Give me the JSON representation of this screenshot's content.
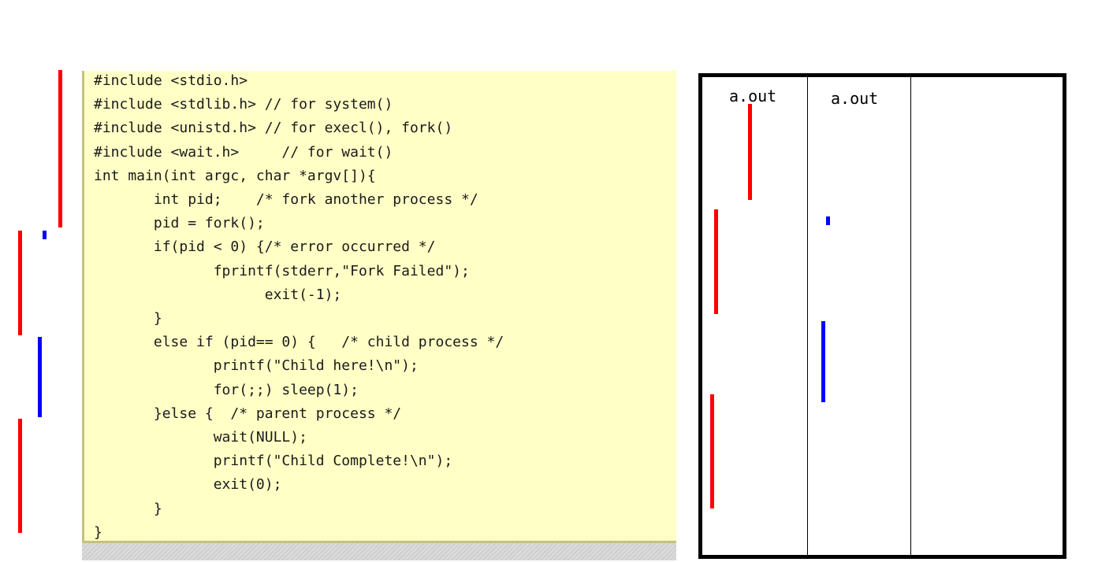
{
  "code": {
    "lines": [
      "#include <stdio.h>",
      "#include <stdlib.h> // for system()",
      "#include <unistd.h> // for execl(), fork()",
      "#include <wait.h>     // for wait()",
      "int main(int argc, char *argv[]){",
      "       int pid;    /* fork another process */",
      "       pid = fork();",
      "       if(pid < 0) {/* error occurred */",
      "              fprintf(stderr,\"Fork Failed\");",
      "                    exit(-1);",
      "       }",
      "       else if (pid== 0) {   /* child process */",
      "              printf(\"Child here!\\n\");",
      "              for(;;) sleep(1);",
      "       }else {  /* parent process */",
      "              wait(NULL);",
      "              printf(\"Child Complete!\\n\");",
      "              exit(0);",
      "       }",
      "}"
    ]
  },
  "processes": {
    "columns": [
      {
        "label": "a.out"
      },
      {
        "label": "a.out"
      }
    ]
  },
  "colors": {
    "parent": "#ff0000",
    "child": "#0000ff",
    "code_background": "#ffffc6"
  }
}
